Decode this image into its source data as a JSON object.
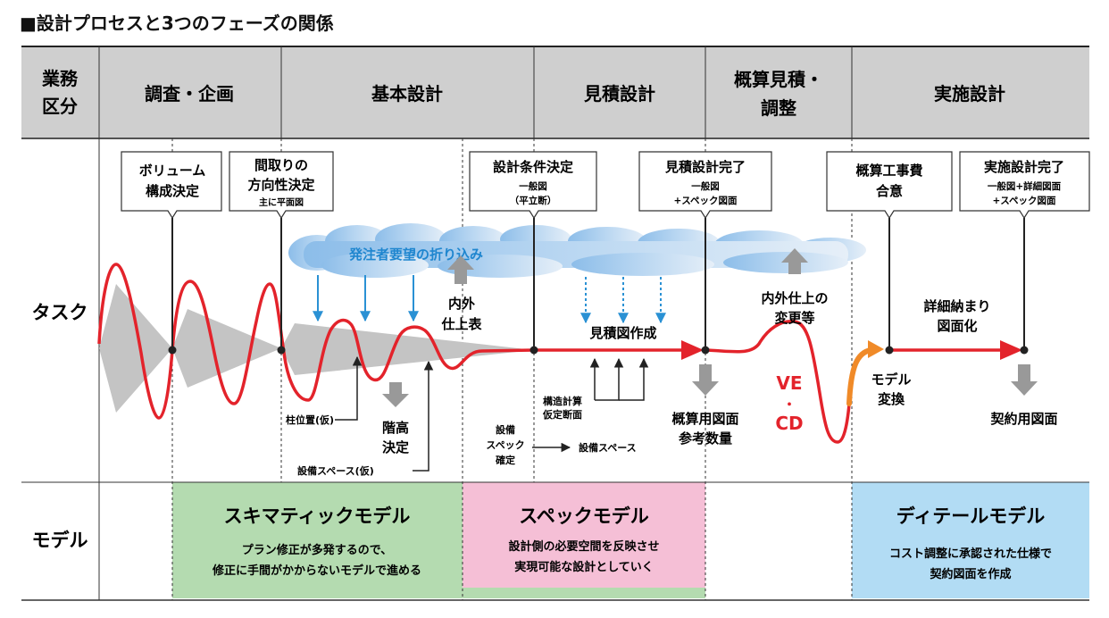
{
  "title": "■設計プロセスと3つのフェーズの関係",
  "header": {
    "category": [
      "業務",
      "区分"
    ],
    "phases": [
      {
        "label": [
          "調査・企画"
        ]
      },
      {
        "label": [
          "基本設計"
        ]
      },
      {
        "label": [
          "見積設計"
        ]
      },
      {
        "label": [
          "概算見積・",
          "調整"
        ]
      },
      {
        "label": [
          "実施設計"
        ]
      }
    ]
  },
  "rows": {
    "task": "タスク",
    "model": "モデル"
  },
  "milestones": [
    {
      "lines": [
        "ボリューム",
        "構成決定"
      ],
      "sub": []
    },
    {
      "lines": [
        "間取りの",
        "方向性決定"
      ],
      "sub": [
        "主に平面図"
      ]
    },
    {
      "lines": [
        "設計条件決定"
      ],
      "sub": [
        "一般図",
        "（平立断）"
      ]
    },
    {
      "lines": [
        "見積設計完了"
      ],
      "sub": [
        "一般図",
        "+スペック図面"
      ]
    },
    {
      "lines": [
        "概算工事費",
        "合意"
      ],
      "sub": []
    },
    {
      "lines": [
        "実施設計完了"
      ],
      "sub": [
        "一般図+詳細図面",
        "+スペック図面"
      ]
    }
  ],
  "cloud_text": "発注者要望の折り込み",
  "annotations": {
    "naigai_shiagehyo": [
      "内外",
      "仕上表"
    ],
    "mitsumorizu": "見積図作成",
    "naigai_henko": [
      "内外仕上の",
      "変更等"
    ],
    "shosai": [
      "詳細納まり",
      "図面化"
    ],
    "hashira": "柱位置(仮)",
    "kaidaka": [
      "階高",
      "決定"
    ],
    "setsubi_space_kari": "設備スペース(仮)",
    "kozo": [
      "構造計算",
      "仮定断面"
    ],
    "setsubi_spec": [
      "設備",
      "スペック",
      "確定"
    ],
    "setsubi_space": "設備スペース",
    "gaisan_zumen": [
      "概算用図面",
      "参考数量"
    ],
    "ve": "VE",
    "dot": "・",
    "cd": "CD",
    "model_henkan": [
      "モデル",
      "変換"
    ],
    "keiyaku": "契約用図面"
  },
  "models": [
    {
      "name": "スキマティックモデル",
      "desc": [
        "プラン修正が多発するので、",
        "修正に手間がかからないモデルで進める"
      ],
      "color": "#b4dbb0"
    },
    {
      "name": "スペックモデル",
      "desc": [
        "設計側の必要空間を反映させ",
        "実現可能な設計としていく"
      ],
      "color": "#f5bfd6"
    },
    {
      "name": "ディテールモデル",
      "desc": [
        "コスト調整に承認された仕様で",
        "契約図面を作成"
      ],
      "color": "#b2dcf4"
    }
  ],
  "colors": {
    "header_bg": "#cfcfcf",
    "accent_red": "#e3232b",
    "orange": "#f08a28",
    "gray_arrow": "#999999",
    "blue_arrow": "#2a91d4",
    "cloud": "#a8cdef"
  }
}
